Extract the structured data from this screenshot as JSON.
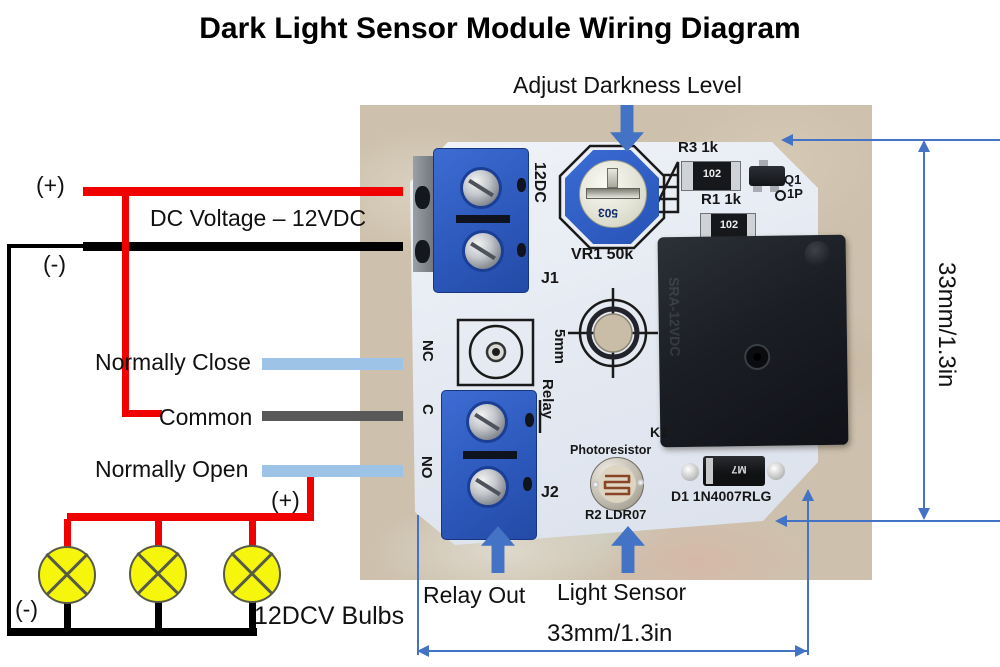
{
  "title": "Dark Light Sensor Module Wiring Diagram",
  "callouts": {
    "adjust": "Adjust Darkness Level",
    "relay_out": "Relay Out",
    "light_sensor": "Light Sensor"
  },
  "dimensions": {
    "height": "33mm/1.3in",
    "width": "33mm/1.3in"
  },
  "wiring": {
    "dc_plus": "(+)",
    "dc_minus": "(-)",
    "dc_voltage": "DC Voltage – 12VDC",
    "normally_close": "Normally Close",
    "common": "Common",
    "normally_open": "Normally Open",
    "bulb_plus": "(+)",
    "bulb_minus": "(-)",
    "bulbs_label": "12DCV Bulbs"
  },
  "pcb": {
    "input_label": "12DC",
    "j1": "J1",
    "j2": "J2",
    "vr1": "VR1 50k",
    "pot_code": "503",
    "r3": "R3 1k",
    "r1": "R1 1k",
    "resistor_code": "102",
    "q1": "Q1",
    "q1_pkg": "1P",
    "nc": "NC",
    "c": "C",
    "no": "NO",
    "hole_size": "5mm",
    "relay_silk": "Relay",
    "k1": "K1",
    "relay_print": "SRA-12VDC",
    "photoresistor": "Photoresistor",
    "r2": "R2 LDR07",
    "d1": "D1 1N4007RLG",
    "diode_mark": "M7"
  },
  "colors": {
    "annotation_blue": "#4472c4",
    "wire_red": "#f10000",
    "wire_black": "#000000",
    "wire_gray": "#595959",
    "wire_light_blue": "#9dc3e6",
    "bulb_yellow": "#f6f60c",
    "terminal_blue": "#2c57ba",
    "pcb_white": "#e8edf4",
    "photo_marble": "#cdc1ad"
  }
}
